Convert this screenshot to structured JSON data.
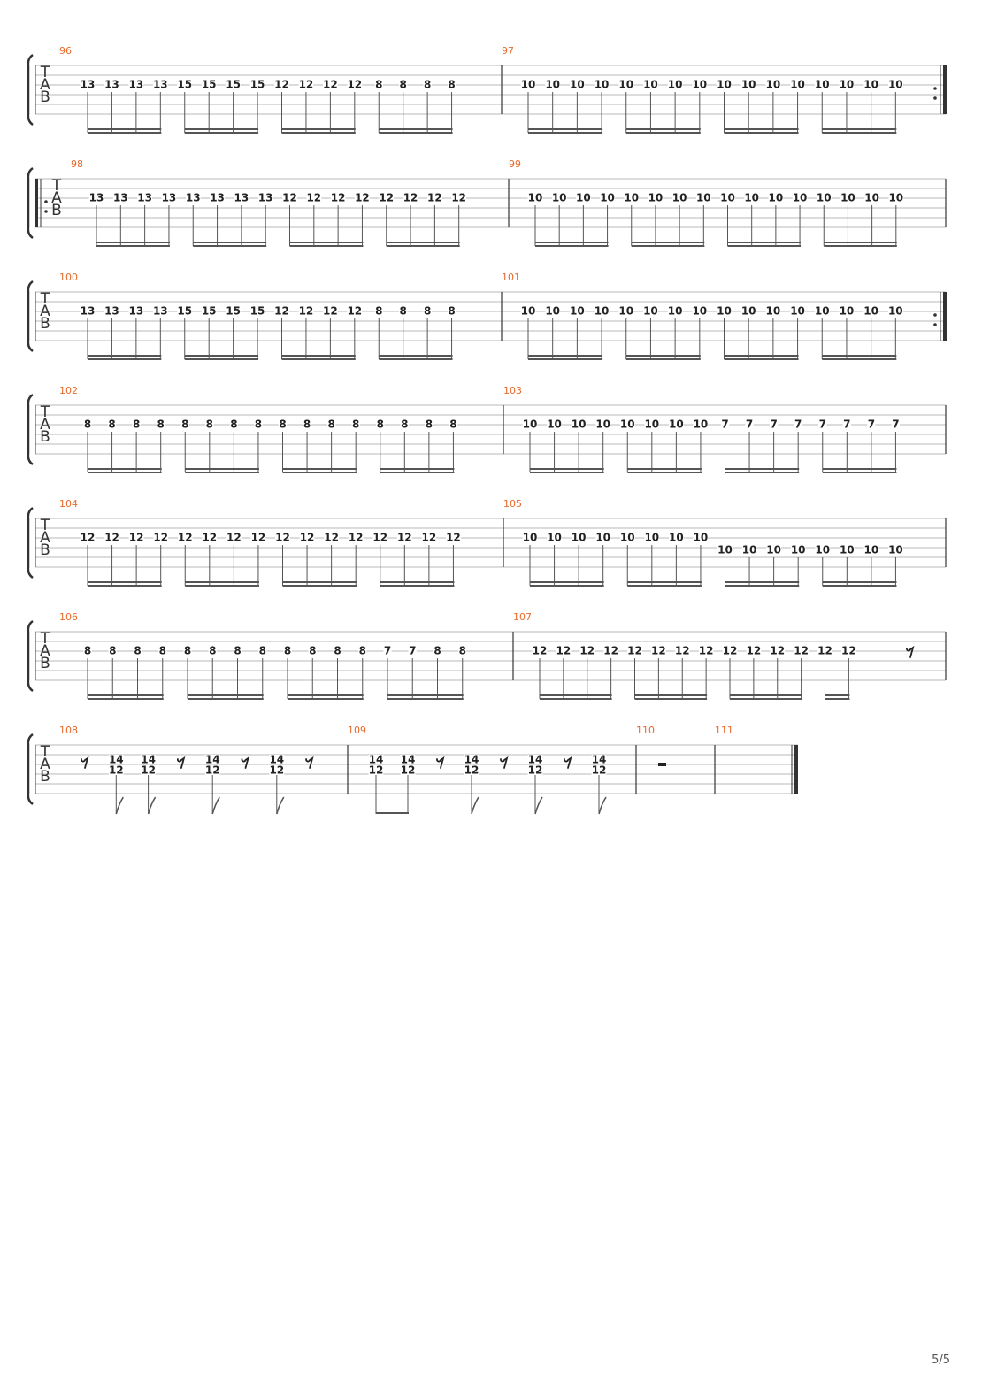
{
  "page": {
    "number": "5/5",
    "tab_label": [
      "T",
      "A",
      "B"
    ],
    "colors": {
      "measure_number": "#e8692a",
      "staff_line": "#b8b8b8",
      "bar": "#333333",
      "fret": "#222222",
      "beam": "#555555"
    }
  },
  "systems": [
    {
      "measures": [
        {
          "number": "96",
          "repeat_end": false,
          "groups": [
            [
              "13",
              "13",
              "13",
              "13"
            ],
            [
              "15",
              "15",
              "15",
              "15"
            ],
            [
              "12",
              "12",
              "12",
              "12"
            ],
            [
              "8",
              "8",
              "8",
              "8"
            ]
          ]
        },
        {
          "number": "97",
          "repeat_end": true,
          "groups": [
            [
              "10",
              "10",
              "10",
              "10"
            ],
            [
              "10",
              "10",
              "10",
              "10"
            ],
            [
              "10",
              "10",
              "10",
              "10"
            ],
            [
              "10",
              "10",
              "10",
              "10"
            ]
          ]
        }
      ]
    },
    {
      "measures": [
        {
          "number": "98",
          "repeat_start": true,
          "groups": [
            [
              "13",
              "13",
              "13",
              "13"
            ],
            [
              "13",
              "13",
              "13",
              "13"
            ],
            [
              "12",
              "12",
              "12",
              "12"
            ],
            [
              "12",
              "12",
              "12",
              "12"
            ]
          ]
        },
        {
          "number": "99",
          "groups": [
            [
              "10",
              "10",
              "10",
              "10"
            ],
            [
              "10",
              "10",
              "10",
              "10"
            ],
            [
              "10",
              "10",
              "10",
              "10"
            ],
            [
              "10",
              "10",
              "10",
              "10"
            ]
          ]
        }
      ]
    },
    {
      "measures": [
        {
          "number": "100",
          "groups": [
            [
              "13",
              "13",
              "13",
              "13"
            ],
            [
              "15",
              "15",
              "15",
              "15"
            ],
            [
              "12",
              "12",
              "12",
              "12"
            ],
            [
              "8",
              "8",
              "8",
              "8"
            ]
          ]
        },
        {
          "number": "101",
          "repeat_end": true,
          "groups": [
            [
              "10",
              "10",
              "10",
              "10"
            ],
            [
              "10",
              "10",
              "10",
              "10"
            ],
            [
              "10",
              "10",
              "10",
              "10"
            ],
            [
              "10",
              "10",
              "10",
              "10"
            ]
          ]
        }
      ]
    },
    {
      "measures": [
        {
          "number": "102",
          "groups": [
            [
              "8",
              "8",
              "8",
              "8"
            ],
            [
              "8",
              "8",
              "8",
              "8"
            ],
            [
              "8",
              "8",
              "8",
              "8"
            ],
            [
              "8",
              "8",
              "8",
              "8"
            ]
          ]
        },
        {
          "number": "103",
          "groups": [
            [
              "10",
              "10",
              "10",
              "10"
            ],
            [
              "10",
              "10",
              "10",
              "10"
            ],
            [
              "7",
              "7",
              "7",
              "7"
            ],
            [
              "7",
              "7",
              "7",
              "7"
            ]
          ]
        }
      ]
    },
    {
      "measures": [
        {
          "number": "104",
          "groups": [
            [
              "12",
              "12",
              "12",
              "12"
            ],
            [
              "12",
              "12",
              "12",
              "12"
            ],
            [
              "12",
              "12",
              "12",
              "12"
            ],
            [
              "12",
              "12",
              "12",
              "12"
            ]
          ]
        },
        {
          "number": "105",
          "groups": [
            [
              "10",
              "10",
              "10",
              "10"
            ],
            [
              "10",
              "10",
              "10",
              "10"
            ],
            [
              "10",
              "10",
              "10",
              "10"
            ],
            [
              "10",
              "10",
              "10",
              "10"
            ]
          ],
          "low_string_groups": [
            2,
            3
          ]
        }
      ]
    },
    {
      "measures": [
        {
          "number": "106",
          "groups": [
            [
              "8",
              "8",
              "8",
              "8"
            ],
            [
              "8",
              "8",
              "8",
              "8"
            ],
            [
              "8",
              "8",
              "8",
              "8"
            ],
            [
              "7",
              "7",
              "8",
              "8"
            ]
          ]
        },
        {
          "number": "107",
          "groups": [
            [
              "12",
              "12",
              "12",
              "12"
            ],
            [
              "12",
              "12",
              "12",
              "12"
            ],
            [
              "12",
              "12",
              "12",
              "12"
            ],
            [
              "12",
              "12"
            ]
          ],
          "trailing_rest": true
        }
      ]
    },
    {
      "measures": [
        {
          "number": "108",
          "events": [
            "rest",
            "chord",
            "chord",
            "rest",
            "chord",
            "rest",
            "chord",
            "rest"
          ],
          "chord": [
            "14",
            "12"
          ]
        },
        {
          "number": "109",
          "events": [
            "chord",
            "chord",
            "rest",
            "chord",
            "rest",
            "chord",
            "rest",
            "chord"
          ],
          "chord": [
            "14",
            "12"
          ]
        },
        {
          "number": "110",
          "whole_rest": true
        },
        {
          "number": "111",
          "final": true
        }
      ]
    }
  ]
}
